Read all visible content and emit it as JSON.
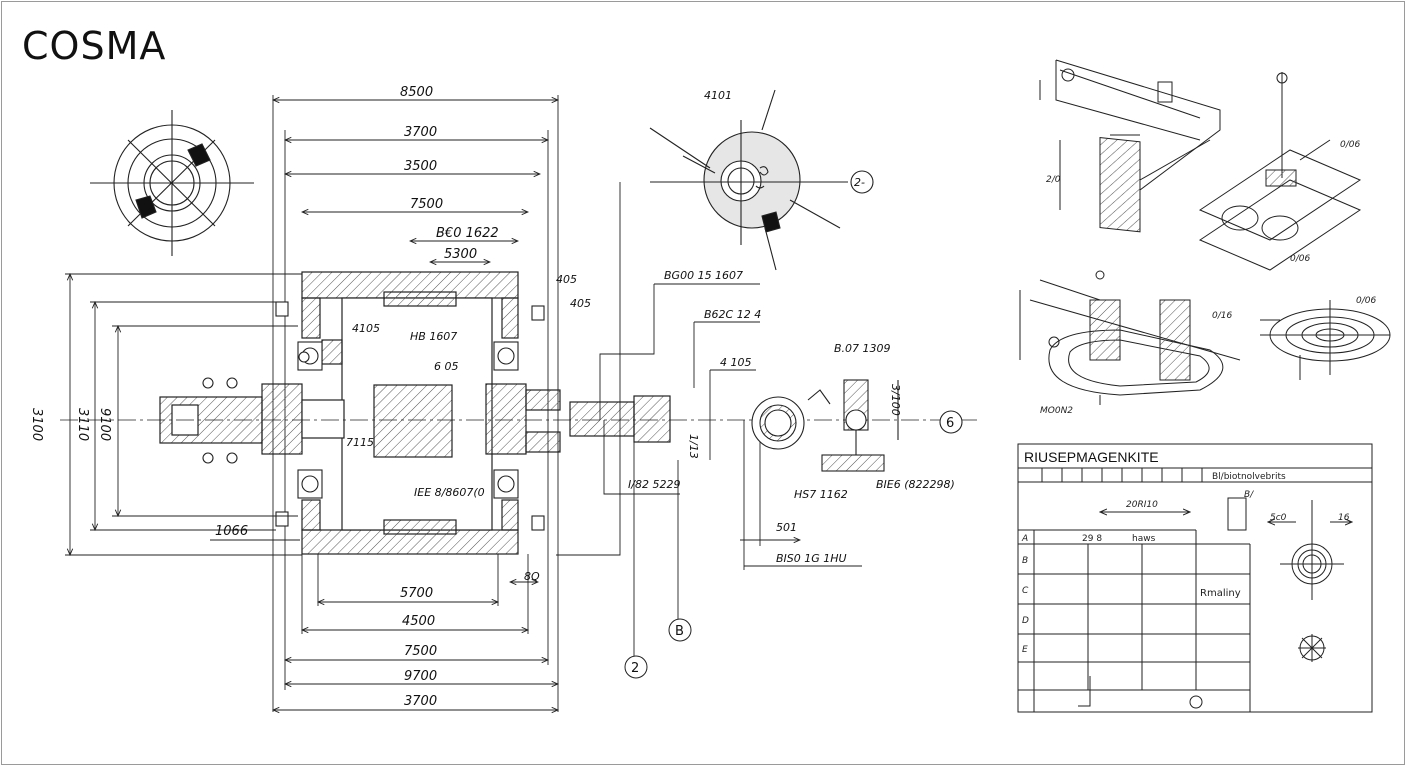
{
  "title": "COSMA",
  "colors": {
    "line": "#222222",
    "hatch": "#555555",
    "fill_gray": "#e6e6e6",
    "block": "#111111"
  },
  "main_dimensions": {
    "top": [
      "8500",
      "3700",
      "3500",
      "7500",
      "B€0 1622",
      "5300"
    ],
    "bottom": [
      "5700",
      "4500",
      "7500",
      "9700",
      "3700"
    ],
    "left_vertical": [
      "3100",
      "3110",
      "9100"
    ],
    "left_small": "1066",
    "misc": [
      "4105",
      "HB 1607",
      "6 05",
      "7115",
      "IEE 8/8607(0",
      "8Q"
    ],
    "right_edge": [
      "405",
      "405"
    ]
  },
  "shaft_dimensions": [
    "BG00 15 1607",
    "B62C 12 4",
    "4 105",
    "B.07 1309",
    "3/100",
    "1/13",
    "I/82 5229",
    "HS7 1162",
    "BIE6 (822298)",
    "501",
    "BIS0 1G 1HU"
  ],
  "top_circle_label": "4101",
  "callouts": [
    "2-",
    "6",
    "B",
    "2"
  ],
  "iso_labels": [
    "MO0N2",
    "2/0",
    "0/06",
    "0/06",
    "0/16",
    "0/06"
  ],
  "parts_table": {
    "title": "RIUSEPMAGENKITE",
    "subtitle": "Bl/biotnolvebrits",
    "dim_label": "20RI10",
    "col_headers": [
      "29 8",
      "haws"
    ],
    "row_marks": [
      "A",
      "B",
      "C",
      "D",
      "E"
    ],
    "side_note": "Rmaliny",
    "detail_dims": [
      "5c0",
      "16",
      "B/"
    ]
  }
}
